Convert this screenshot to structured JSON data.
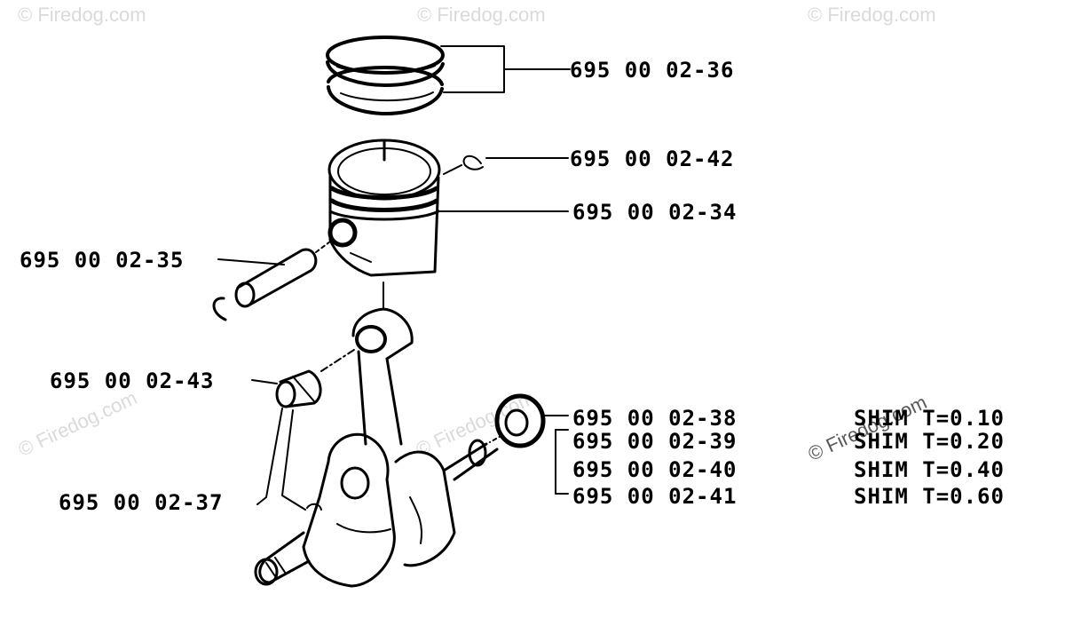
{
  "parts": [
    {
      "id": "p36",
      "number": "695 00 02-36"
    },
    {
      "id": "p42",
      "number": "695 00 02-42"
    },
    {
      "id": "p34",
      "number": "695 00 02-34"
    },
    {
      "id": "p35",
      "number": "695 00 02-35"
    },
    {
      "id": "p43",
      "number": "695 00 02-43"
    },
    {
      "id": "p38",
      "number": "695 00 02-38"
    },
    {
      "id": "p39",
      "number": "695 00 02-39"
    },
    {
      "id": "p40",
      "number": "695 00 02-40"
    },
    {
      "id": "p41",
      "number": "695 00 02-41"
    },
    {
      "id": "p37",
      "number": "695 00 02-37"
    }
  ],
  "shims": [
    {
      "part": "695 00 02-38",
      "text": "SHIM T=0.10"
    },
    {
      "part": "695 00 02-39",
      "text": "SHIM T=0.20"
    },
    {
      "part": "695 00 02-40",
      "text": "SHIM T=0.40"
    },
    {
      "part": "695 00 02-41",
      "text": "SHIM T=0.60"
    }
  ],
  "watermark": "© Firedog.com",
  "colors": {
    "ink": "#000000",
    "paper": "#ffffff",
    "watermark": "#969696"
  }
}
